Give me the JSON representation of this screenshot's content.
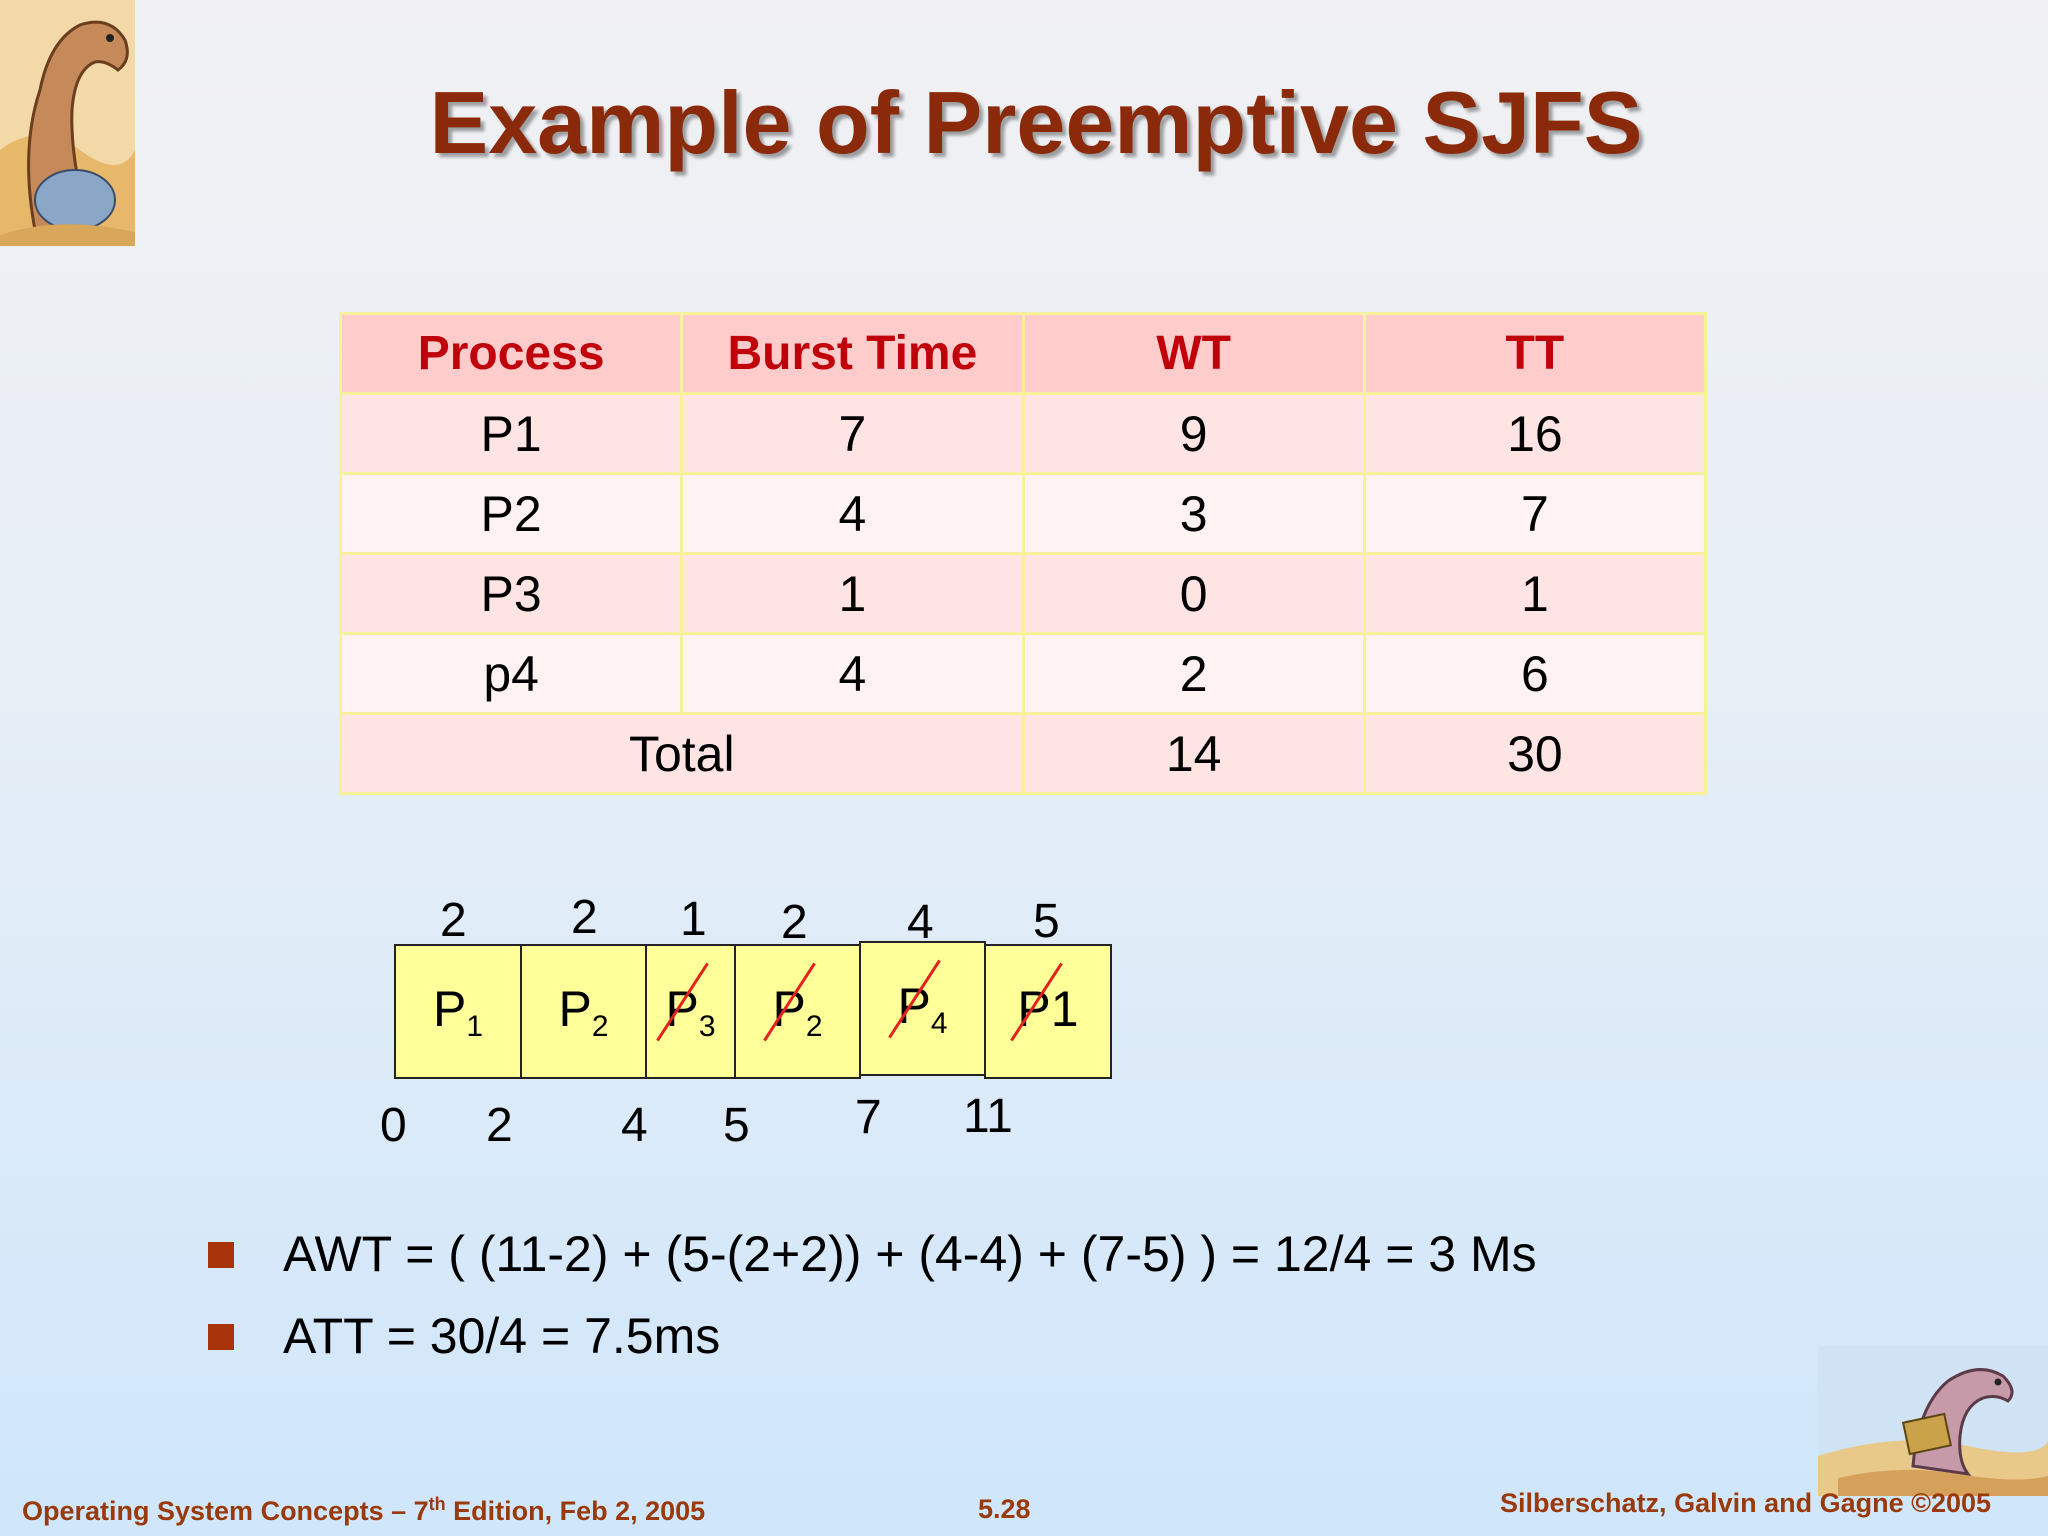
{
  "slide": {
    "title": "Example of Preemptive SJFS"
  },
  "table": {
    "headers": [
      "Process",
      "Burst Time",
      "WT",
      "TT"
    ],
    "rows": [
      [
        "P1",
        "7",
        "9",
        "16"
      ],
      [
        "P2",
        "4",
        "3",
        "7"
      ],
      [
        "P3",
        "1",
        "0",
        "1"
      ],
      [
        "p4",
        "4",
        "2",
        "6"
      ]
    ],
    "total_label": "Total",
    "total_wt": "14",
    "total_tt": "30"
  },
  "gantt": {
    "top_numbers": [
      "2",
      "2",
      "1",
      "2",
      "4",
      "5"
    ],
    "blocks": [
      {
        "base": "P",
        "sub": "1",
        "struck": false
      },
      {
        "base": "P",
        "sub": "2",
        "struck": false
      },
      {
        "base": "P",
        "sub": "3",
        "struck": true
      },
      {
        "base": "P",
        "sub": "2",
        "struck": true
      },
      {
        "base": "P",
        "sub": "4",
        "struck": true
      },
      {
        "base": "P1",
        "sub": "",
        "struck": true
      }
    ],
    "bottom_numbers": [
      "0",
      "2",
      "4",
      "5",
      "7",
      "11"
    ],
    "fill_color": "#ffff99",
    "strike_color": "#e0231b"
  },
  "bullets": [
    "AWT = ( (11-2) + (5-(2+2)) + (4-4) + (7-5) ) = 12/4 = 3 Ms",
    "ATT = 30/4 = 7.5ms"
  ],
  "footer": {
    "left_prefix": "Operating System Concepts – 7",
    "left_sup": "th",
    "left_suffix": " Edition, Feb 2, 2005",
    "center": "5.28",
    "right": "Silberschatz, Galvin and Gagne ©2005"
  },
  "colors": {
    "title": "#8a2a0a",
    "header_text": "#c0000b",
    "header_bg": "#ffcccc",
    "table_border": "#f6f29a",
    "bullet": "#a8320a",
    "footer": "#9a3a0c"
  }
}
